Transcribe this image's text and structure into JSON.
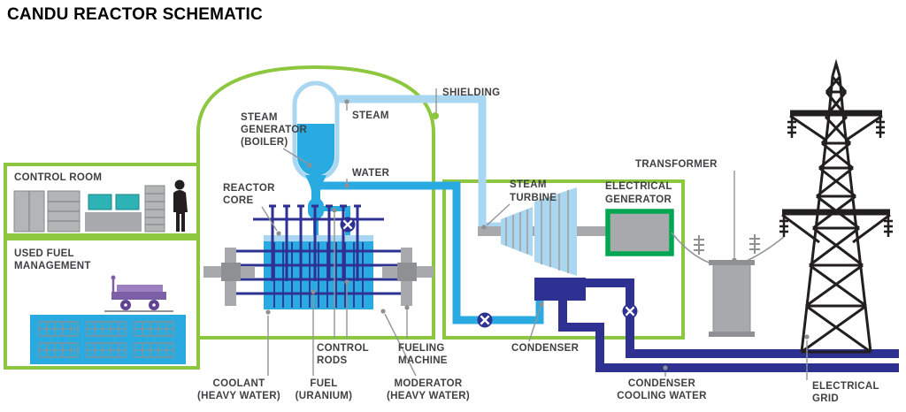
{
  "title": "CANDU REACTOR SCHEMATIC",
  "colors": {
    "containment_green": "#8dc63f",
    "generator_green": "#00a651",
    "steam_light_blue": "#a9d7f2",
    "water_blue": "#29abe2",
    "navy_blue": "#2e3192",
    "machine_gray": "#a7a9ac",
    "leader_gray": "#939598",
    "label_text": "#414042",
    "black": "#231f20",
    "cart_purple": "#7d5fa8",
    "screen_teal": "#2db3b5"
  },
  "labels": {
    "control_room": "CONTROL ROOM",
    "used_fuel_management": [
      "USED FUEL",
      "MANAGEMENT"
    ],
    "steam_generator": [
      "STEAM",
      "GENERATOR",
      "(BOILER)"
    ],
    "reactor_core": [
      "REACTOR",
      "CORE"
    ],
    "steam": "STEAM",
    "water": "WATER",
    "shielding": "SHIELDING",
    "steam_turbine": [
      "STEAM",
      "TURBINE"
    ],
    "electrical_generator": [
      "ELECTRICAL",
      "GENERATOR"
    ],
    "transformer": "TRANSFORMER",
    "condenser": "CONDENSER",
    "control_rods": [
      "CONTROL",
      "RODS"
    ],
    "fueling_machine": [
      "FUELING",
      "MACHINE"
    ],
    "coolant": [
      "COOLANT",
      "(HEAVY WATER)"
    ],
    "fuel": [
      "FUEL",
      "(URANIUM)"
    ],
    "moderator": [
      "MODERATOR",
      "(HEAVY WATER)"
    ],
    "condenser_cooling_water": [
      "CONDENSER",
      "COOLING WATER"
    ],
    "electrical_grid": [
      "ELECTRICAL",
      "GRID"
    ]
  }
}
